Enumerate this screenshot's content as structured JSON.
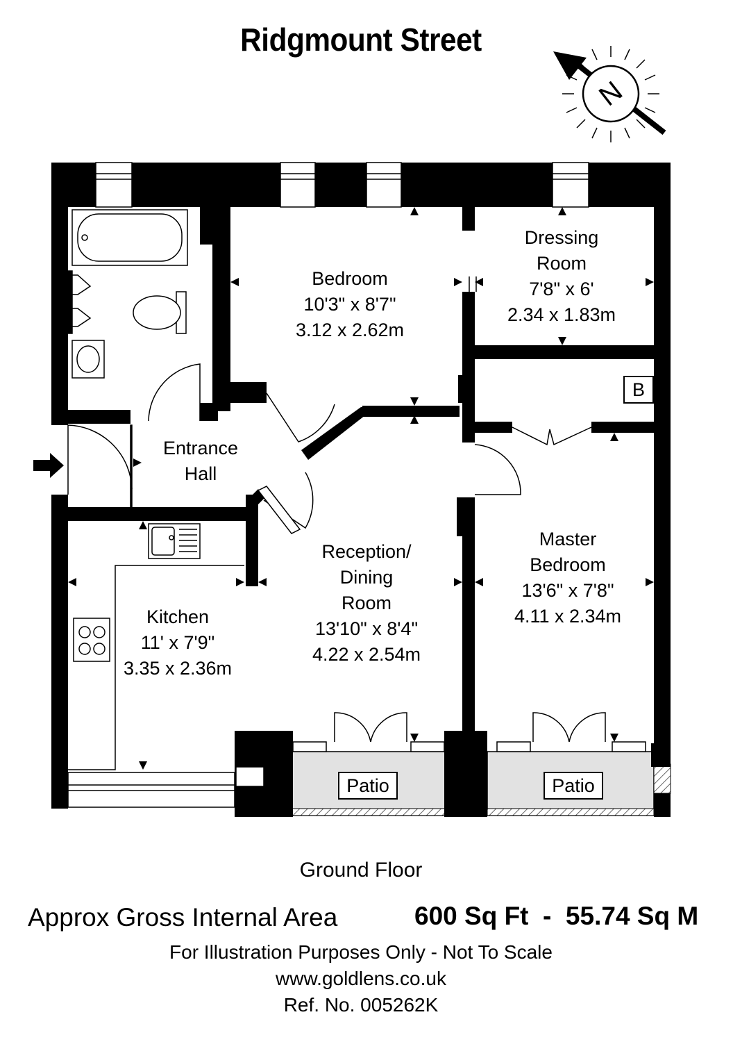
{
  "title": "Ridgmount Street",
  "compass": {
    "label": "N",
    "icon": "north-arrow-icon"
  },
  "rooms": {
    "bedroom": {
      "name": "Bedroom",
      "imperial": "10'3\" x 8'7\"",
      "metric": "3.12 x 2.62m"
    },
    "dressing": {
      "name_line1": "Dressing",
      "name_line2": "Room",
      "imperial": "7'8\" x 6'",
      "metric": "2.34 x 1.83m"
    },
    "entrance": {
      "name_line1": "Entrance",
      "name_line2": "Hall"
    },
    "reception": {
      "name_line1": "Reception/",
      "name_line2": "Dining",
      "name_line3": "Room",
      "imperial": "13'10\" x 8'4\"",
      "metric": "4.22 x 2.54m"
    },
    "master": {
      "name_line1": "Master",
      "name_line2": "Bedroom",
      "imperial": "13'6\" x 7'8\"",
      "metric": "4.11 x 2.34m"
    },
    "kitchen": {
      "name": "Kitchen",
      "imperial": "11' x 7'9\"",
      "metric": "3.35 x 2.36m"
    }
  },
  "boiler_label": "B",
  "patios": [
    "Patio",
    "Patio"
  ],
  "floor_label": "Ground Floor",
  "area": {
    "label": "Approx Gross Internal Area",
    "value": "600 Sq Ft  -  55.74 Sq M"
  },
  "footer": {
    "disclaimer": "For Illustration Purposes Only - Not To Scale",
    "website": "www.goldlens.co.uk",
    "reference": "Ref. No. 005262K"
  }
}
